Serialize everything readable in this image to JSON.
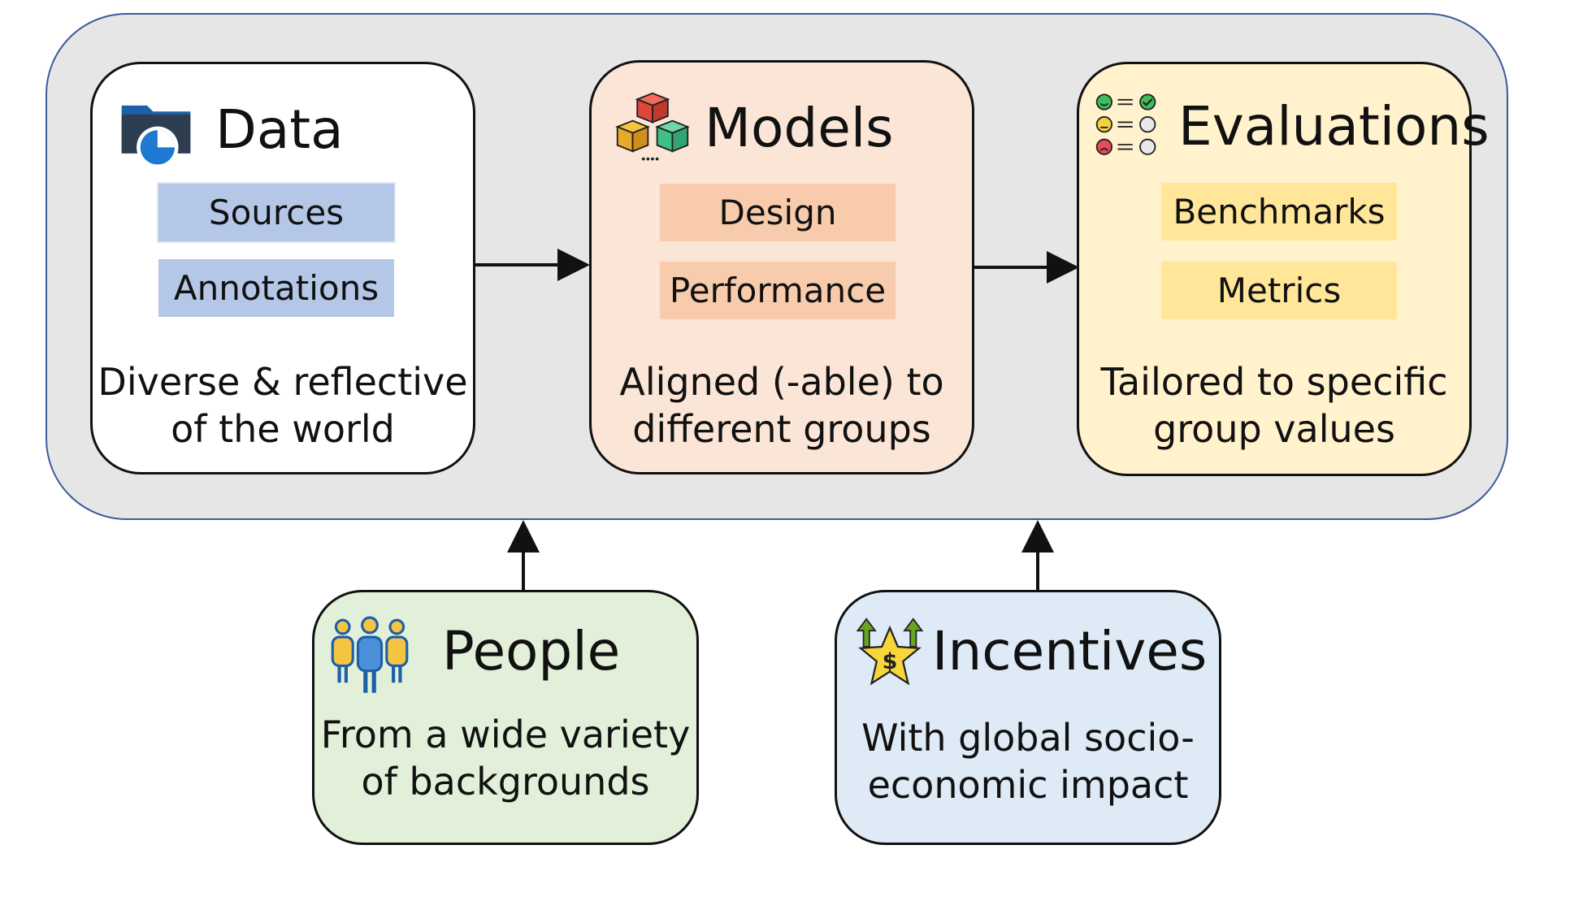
{
  "pipeline": {
    "data": {
      "title": "Data",
      "items": [
        "Sources",
        "Annotations"
      ],
      "desc": [
        "Diverse & reflective",
        "of the world"
      ]
    },
    "models": {
      "title": "Models",
      "items": [
        "Design",
        "Performance"
      ],
      "desc": [
        "Aligned (-able) to",
        "different groups"
      ]
    },
    "evaluations": {
      "title": "Evaluations",
      "items": [
        "Benchmarks",
        "Metrics"
      ],
      "desc": [
        "Tailored to specific",
        "group values"
      ]
    }
  },
  "inputs": {
    "people": {
      "title": "People",
      "desc": [
        "From a wide variety",
        "of backgrounds"
      ]
    },
    "incentives": {
      "title": "Incentives",
      "desc": [
        "With global socio-",
        "economic impact"
      ]
    }
  },
  "colors": {
    "outer_bg": "#e6e6e6",
    "outer_border": "#3b5a99",
    "data_card": "#ffffff",
    "data_pill": "#b4c7e7",
    "models_card": "#fbe5d6",
    "models_pill": "#f8cbad",
    "evaluations_card": "#fff2cc",
    "evaluations_pill": "#ffe699",
    "people_card": "#e2f0d9",
    "incentives_card": "#deebf7"
  },
  "icons": {
    "data": "folder-chart-icon",
    "models": "cubes-icon",
    "evaluations": "feedback-checklist-icon",
    "people": "people-group-icon",
    "incentives": "star-dollar-icon"
  }
}
